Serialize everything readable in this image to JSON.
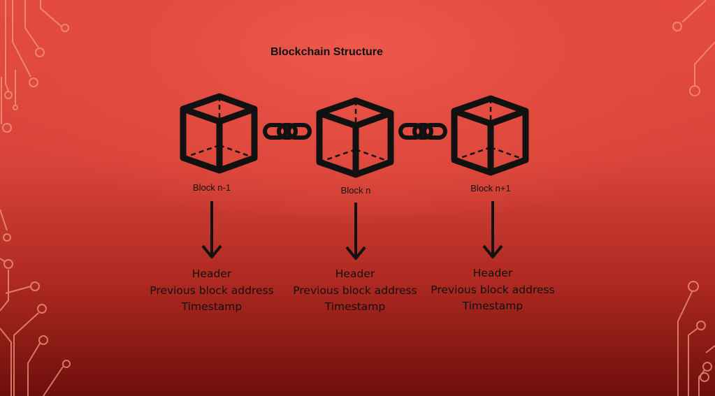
{
  "title": "Blockchain Structure",
  "blocks": [
    {
      "label": "Block n-1",
      "details": [
        "Header",
        "Previous block address",
        "Timestamp"
      ]
    },
    {
      "label": "Block n",
      "details": [
        "Header",
        "Previous block address",
        "Timestamp"
      ]
    },
    {
      "label": "Block n+1",
      "details": [
        "Header",
        "Previous block address",
        "Timestamp"
      ]
    }
  ],
  "colors": {
    "background_top": "#ec584c",
    "background_bottom": "#6e0f0c",
    "circuit_lines": "#f39a7e",
    "ink": "#111111"
  }
}
